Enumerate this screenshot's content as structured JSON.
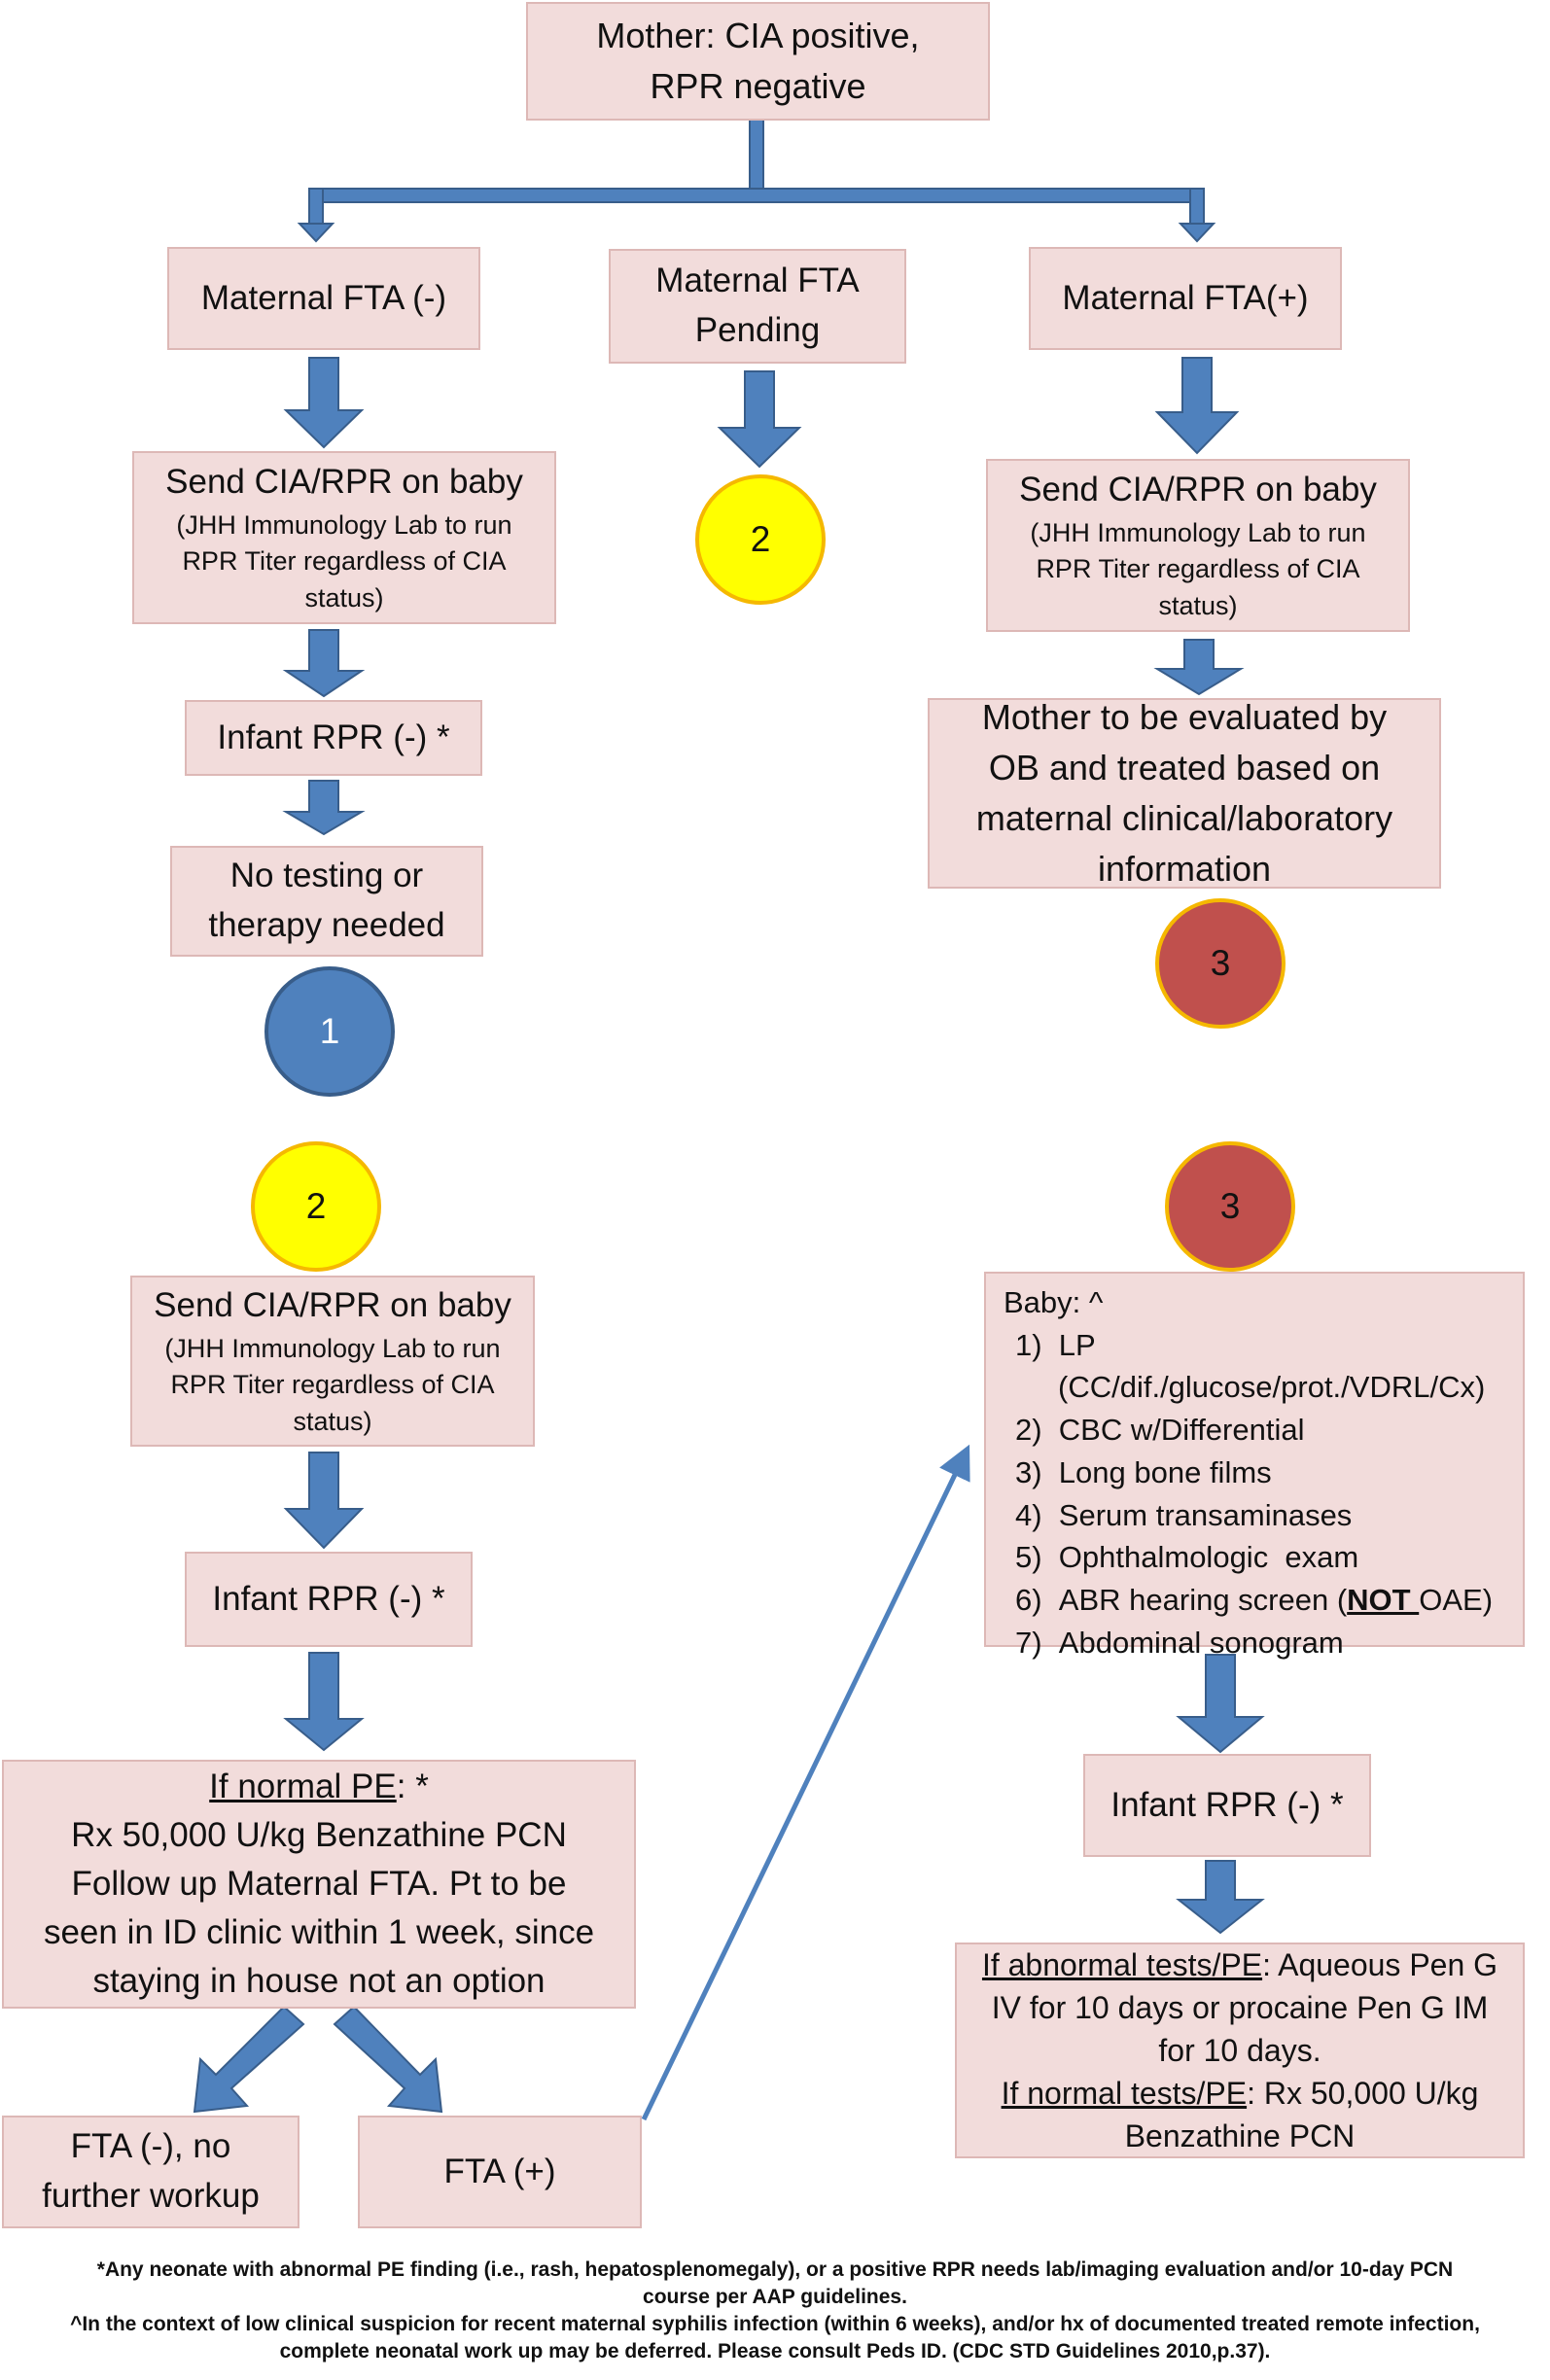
{
  "top": {
    "line1": "Mother: CIA positive,",
    "line2": "RPR negative"
  },
  "branches": {
    "negative": "Maternal FTA (-)",
    "pending_line1": "Maternal FTA",
    "pending_line2": "Pending",
    "positive": "Maternal FTA(+)"
  },
  "send_cia": {
    "title": "Send CIA/RPR on baby",
    "note_line1": "(JHH Immunology Lab to run",
    "note_line2": "RPR Titer regardless of CIA",
    "note_line3": "status)"
  },
  "infant_rpr_neg": "Infant RPR (-) *",
  "no_testing": {
    "line1": "No testing or",
    "line2": "therapy needed"
  },
  "mother_eval": {
    "line1": "Mother to be evaluated by",
    "line2": "OB and treated based on",
    "line3": "maternal clinical/laboratory",
    "line4": "information"
  },
  "circles": {
    "one": "1",
    "two": "2",
    "three": "3"
  },
  "normal_pe": {
    "heading": "If normal PE",
    "heading_suffix": ": *",
    "line1": "Rx 50,000 U/kg Benzathine PCN",
    "line2": "Follow up Maternal FTA. Pt to be",
    "line3": "seen in ID clinic within 1 week, since",
    "line4": "staying in house not an option"
  },
  "fta_neg": {
    "line1": "FTA (-), no",
    "line2": "further workup"
  },
  "fta_pos": "FTA (+)",
  "baby_workup": {
    "heading": "Baby: ^",
    "items": [
      "LP",
      "CBC w/Differential",
      "Long bone films",
      "Serum transaminases",
      "Ophthalmologic  exam",
      "ABR hearing screen (",
      "Abdominal sonogram"
    ],
    "lp_detail": "(CC/dif./glucose/prot./VDRL/Cx)",
    "abr_not": "NOT ",
    "abr_suffix": "OAE)"
  },
  "abnormal_tests": {
    "heading": "If abnormal tests/PE",
    "text_line1": ": Aqueous Pen G",
    "text_line2": "IV for 10 days or procaine Pen G IM",
    "text_line3": "for 10 days.",
    "normal_heading": "If normal tests/PE",
    "normal_text": ": Rx 50,000 U/kg",
    "normal_line2": "Benzathine PCN"
  },
  "footnotes": {
    "star_line1": "*Any neonate with abnormal PE finding (i.e., rash, hepatosplenomegaly), or a positive RPR needs lab/imaging evaluation and/or 10-day  PCN",
    "star_line2": "course per AAP guidelines.",
    "caret_line1": "^In the context of low clinical suspicion for recent maternal syphilis infection (within 6 weeks), and/or hx of documented treated remote infection,",
    "caret_line2": "complete neonatal work up may be deferred. Please consult Peds ID. (CDC STD Guidelines 2010,p.37)."
  },
  "colors": {
    "box_fill": "#f2dcdb",
    "box_border": "#ddb8b6",
    "arrow": "#4f81bd",
    "yellow": "#ffff00",
    "red": "#c0504d",
    "blue": "#4f81bd"
  }
}
